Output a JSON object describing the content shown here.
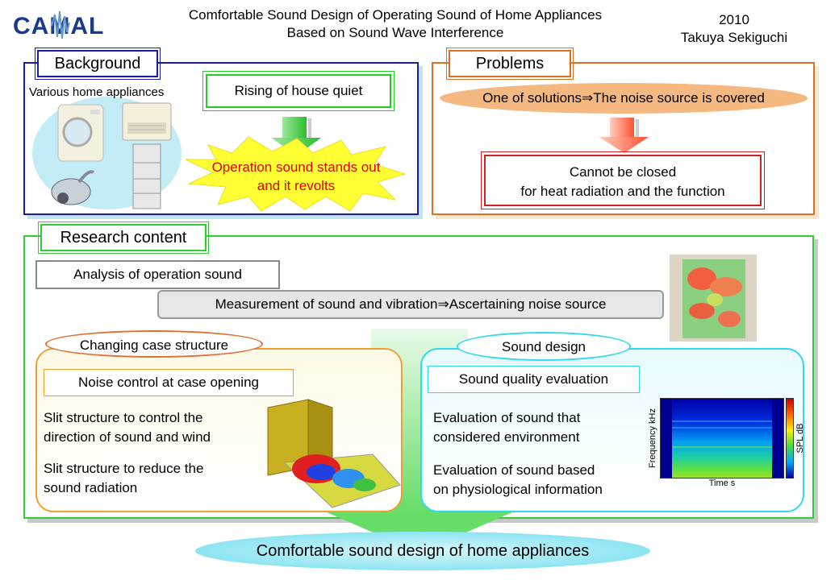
{
  "header": {
    "title_line1": "Comfortable Sound Design of Operating Sound of Home Appliances",
    "title_line2": "Based on Sound Wave Interference",
    "year": "2010",
    "author": "Takuya Sekiguchi",
    "logo_text": "CAMAL"
  },
  "background": {
    "label": "Background",
    "appliances_caption": "Various home appliances",
    "rising_box": "Rising of house quiet",
    "burst_line1": "Operation sound stands out",
    "burst_line2": "and it revolts"
  },
  "problems": {
    "label": "Problems",
    "solution": "One of solutions⇒The noise source is covered",
    "cannot_line1": "Cannot be closed",
    "cannot_line2": "for heat radiation and the function"
  },
  "research": {
    "label": "Research content",
    "analysis": "Analysis of operation sound",
    "measurement": "Measurement of sound and vibration⇒Ascertaining noise source",
    "changing_case": {
      "label": "Changing case structure",
      "noise_control": "Noise control at case opening",
      "item1_line1": "Slit structure to control the",
      "item1_line2": "direction of sound and wind",
      "item2_line1": "Slit structure to reduce the",
      "item2_line2": "sound radiation"
    },
    "sound_design": {
      "label": "Sound design",
      "quality": "Sound quality evaluation",
      "item1_line1": "Evaluation of sound that",
      "item1_line2": "considered environment",
      "item2_line1": "Evaluation of sound based",
      "item2_line2": "on physiological information",
      "spectrogram": {
        "ylabel": "Frequency  kHz",
        "xlabel": "Time   s",
        "colorbar_label": "SPL   dB"
      }
    }
  },
  "conclusion": "Comfortable sound design of home appliances",
  "colors": {
    "background_border": "#1a1aaa",
    "background_shadow": "#bfe6f0",
    "problems_border": "#e07020",
    "research_border": "#33cc33",
    "research_shadow": "#c0c0c0",
    "burst_text": "#e00000",
    "green_box": "#22cc22",
    "red_box": "#d02020",
    "ellipse_orange": "#f5b880",
    "conclusion_ellipse": "#7ee0f0"
  }
}
